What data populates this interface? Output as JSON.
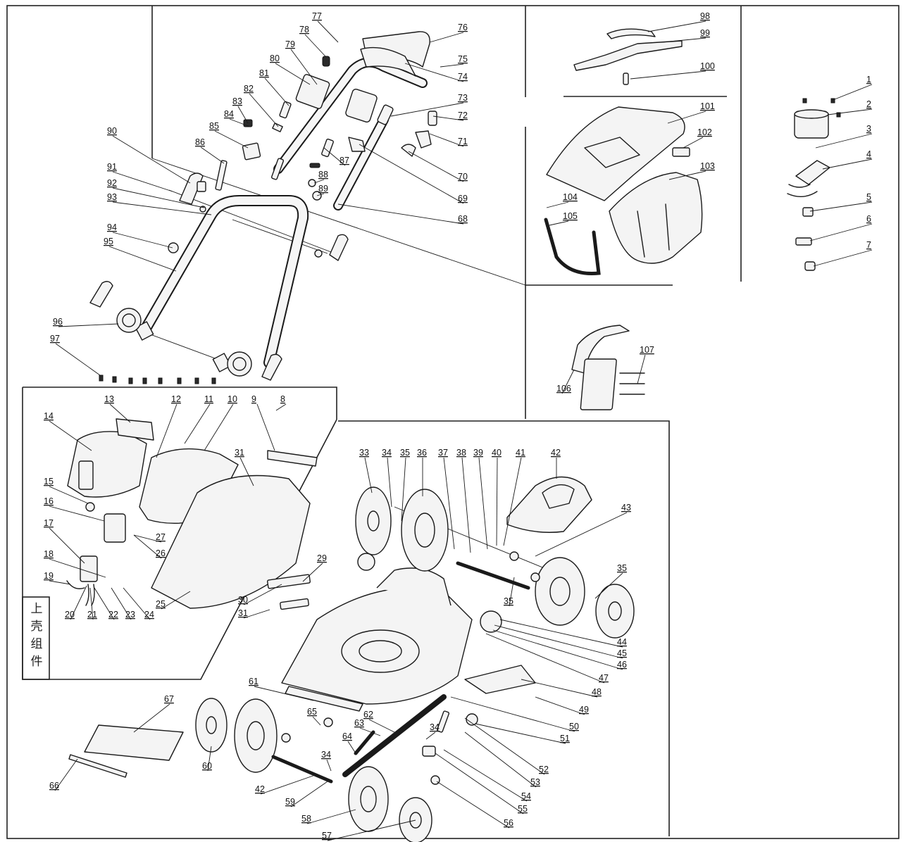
{
  "diagram": {
    "subassembly_label": [
      "上",
      "壳",
      "组",
      "件"
    ],
    "part_numbers": [
      "1",
      "2",
      "3",
      "4",
      "5",
      "6",
      "7",
      "8",
      "9",
      "10",
      "11",
      "12",
      "13",
      "14",
      "15",
      "16",
      "17",
      "18",
      "19",
      "20",
      "21",
      "22",
      "23",
      "24",
      "25",
      "26",
      "27",
      "29",
      "30",
      "31",
      "31",
      "33",
      "34",
      "35",
      "36",
      "37",
      "38",
      "39",
      "40",
      "41",
      "42",
      "43",
      "35",
      "35",
      "44",
      "45",
      "46",
      "47",
      "48",
      "49",
      "50",
      "51",
      "52",
      "53",
      "54",
      "55",
      "56",
      "57",
      "58",
      "59",
      "42",
      "34",
      "60",
      "61",
      "62",
      "63",
      "64",
      "65",
      "34",
      "66",
      "67",
      "68",
      "69",
      "70",
      "71",
      "72",
      "73",
      "74",
      "75",
      "76",
      "77",
      "78",
      "79",
      "80",
      "81",
      "82",
      "83",
      "84",
      "85",
      "86",
      "87",
      "88",
      "89",
      "90",
      "91",
      "92",
      "93",
      "94",
      "95",
      "96",
      "97",
      "98",
      "99",
      "100",
      "101",
      "102",
      "103",
      "104",
      "105",
      "106",
      "107"
    ]
  }
}
